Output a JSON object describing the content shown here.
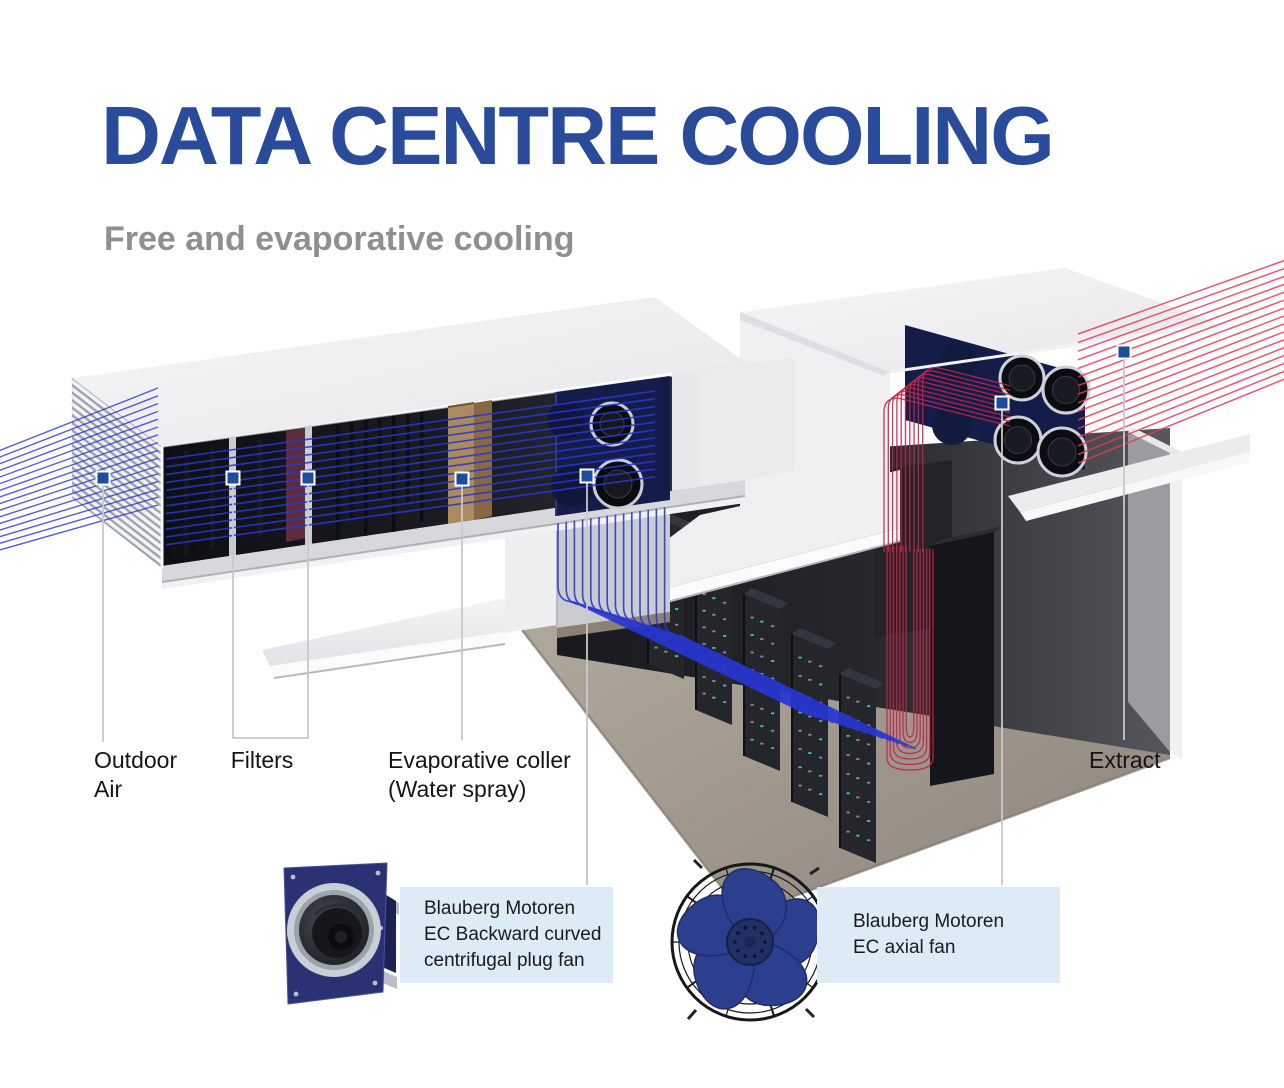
{
  "header": {
    "title": "DATA CENTRE COOLING",
    "subtitle": "Free and evaporative cooling"
  },
  "labels": {
    "outdoor_air": {
      "line1": "Outdoor",
      "line2": "Air"
    },
    "filters": "Filters",
    "evaporative": {
      "line1": "Evaporative coller",
      "line2": "(Water spray)"
    },
    "extract": "Extract"
  },
  "callouts": {
    "plug_fan": {
      "line1": "Blauberg Motoren",
      "line2": "EC Backward curved",
      "line3": "centrifugal plug fan"
    },
    "axial_fan": {
      "line1": "Blauberg Motoren",
      "line2": "EC axial fan"
    }
  },
  "colors": {
    "title": "#2a4a9a",
    "subtitle": "#8f8f8f",
    "label_text": "#151515",
    "callout_bg": "#ddebf7",
    "marker": "#1d4e9c",
    "cold_air_color": "#2836d0",
    "hot_air_color": "#e43a55"
  }
}
